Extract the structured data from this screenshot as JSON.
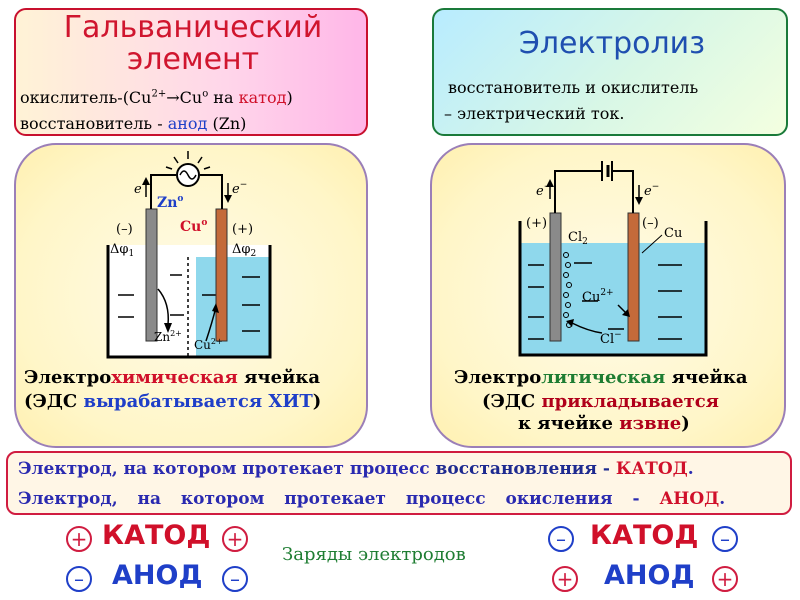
{
  "galvanic": {
    "title_line1": "Гальванический",
    "title_line2": "элемент",
    "oxidizer_prefix": "окислитель-(Cu",
    "oxidizer_sup": "2+",
    "oxidizer_mid": "→Cu",
    "oxidizer_sup2": "o",
    "oxidizer_na": " на ",
    "oxidizer_cathode": "катод",
    "oxidizer_close": ")",
    "reducer_prefix": "восстановитель  - ",
    "reducer_anode": "анод",
    "reducer_suffix": " (Zn)"
  },
  "electrolysis": {
    "title": "Электролиз",
    "line1": "восстановитель и окислитель",
    "line2": "– электрический ток."
  },
  "left_diagram": {
    "electron_left": "e",
    "electron_right": "e",
    "electron_sup": "−",
    "zn_label": "Zn",
    "cu_label": "Cu",
    "zero_sup": "o",
    "minus_sign": "(–)",
    "plus_sign": "(+)",
    "dphi1": "Δφ",
    "dphi1_sub": "1",
    "dphi2": "Δφ",
    "dphi2_sub": "2",
    "zn_ion": "Zn",
    "cu_ion": "Cu",
    "ion_sup": "2+"
  },
  "right_diagram": {
    "electron_left": "e",
    "electron_right": "e",
    "electron_sup": "−",
    "plus_sign": "(+)",
    "minus_sign": "(–)",
    "cl2": "Cl",
    "cl2_sub": "2",
    "cu_label": "Cu",
    "cu_ion": "Cu",
    "ion_sup": "2+",
    "cl_ion": "Cl",
    "cl_sup": "−"
  },
  "left_caption": {
    "line1_a": "Электро",
    "line1_b": "химическая",
    "line1_c": " ячейка",
    "line2_a": "(ЭДС ",
    "line2_b": "вырабатывается ХИТ",
    "line2_c": ")"
  },
  "right_caption": {
    "line1_a": "Электро",
    "line1_b": "литическая",
    "line1_c": " ячейка",
    "line2_a": "(ЭДС ",
    "line2_b": "прикладывается",
    "line3_a": "к ячейке ",
    "line3_b": "извне",
    "line3_c": ")"
  },
  "definitions": {
    "line1_a": "Электрод, на котором протекает процесс ",
    "line1_b": "восстановления - ",
    "line1_c": "КАТОД",
    "line1_d": ".",
    "line2_a": "Электрод, на котором протекает процесс окисления - ",
    "line2_b": "АНОД",
    "line2_c": "."
  },
  "charges": {
    "label": "Заряды электродов",
    "left_cathode": "КАТОД",
    "left_anode": "АНОД",
    "right_cathode": "КАТОД",
    "right_anode": "АНОД",
    "plus": "+",
    "minus": "–"
  },
  "colors": {
    "red": "#d0102a",
    "blue": "#1f3fc8",
    "green": "#1e7d32",
    "electrolyte": "#8fd8ec"
  }
}
